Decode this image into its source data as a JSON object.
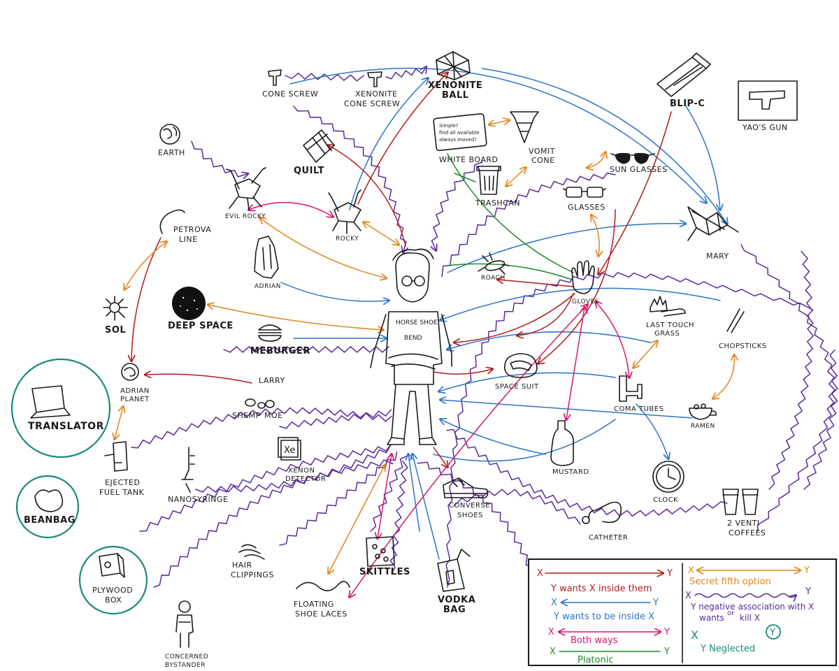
{
  "colors": {
    "wants_inside_them": "#b01c1c",
    "wants_to_be_inside": "#2b74c9",
    "both_ways": "#d6156f",
    "platonic": "#1f8a2c",
    "secret_fifth_option": "#e0861c",
    "negative_association": "#5a2a9c",
    "neglected": "#1a8a7a",
    "ink": "#1a1a1a"
  },
  "labels": {
    "cone_screw": "CONE SCREW",
    "xenonite_cone_screw_1": "XENONITE",
    "xenonite_cone_screw_2": "CONE SCREW",
    "xenonite_ball_1": "XENONITE",
    "xenonite_ball_2": "BALL",
    "blip_c": "BLIP-C",
    "yaos_gun": "YAO'S GUN",
    "earth": "EARTH",
    "quilt": "QUILT",
    "whiteboard": "WHITE BOARD",
    "whiteboard_text_1": "Simple?",
    "whiteboard_text_2": "find all available",
    "whiteboard_text_3": "always moved?",
    "vomit_cone_1": "VOMIT",
    "vomit_cone_2": "CONE",
    "trashcan": "TRASHCAN",
    "sunglasses": "SUN GLASSES",
    "glasses": "GLASSES",
    "mary": "MARY",
    "evil_rocky": "EVIL ROCKY",
    "rocky": "ROCKY",
    "petrova_line_1": "PETROVA",
    "petrova_line_2": "LINE",
    "adrian": "ADRIAN",
    "roach": "ROACH",
    "gloves": "GLOVES",
    "sol": "SOL",
    "deep_space": "DEEP SPACE",
    "meburger": "MEBURGER",
    "shirt_1": "HORSE SHOE",
    "shirt_2": "BEND",
    "last_touch_grass_1": "LAST TOUCH",
    "last_touch_grass_2": "GRASS",
    "chopsticks": "CHOPSTICKS",
    "space_suit": "SPACE SUIT",
    "larry": "LARRY",
    "shemp": "SHEMP",
    "moe": "MOE",
    "adrian_planet_1": "ADRIAN",
    "adrian_planet_2": "PLANET",
    "translator": "TRANSLATOR",
    "coma_tubes": "COMA TUBES",
    "ramen": "RAMEN",
    "ejected_fuel_tank_1": "EJECTED",
    "ejected_fuel_tank_2": "FUEL TANK",
    "xenon_detector_1": "XENON",
    "xenon_detector_2": "DETECTOR",
    "xe_symbol": "Xe",
    "nanosyringe": "NANOSYRINGE",
    "mustard": "MUSTARD",
    "clock": "CLOCK",
    "beanbag": "BEANBAG",
    "converse_shoes_1": "CONVERSE",
    "converse_shoes_2": "SHOES",
    "venti_coffees_1": "2 VENTI",
    "venti_coffees_2": "COFFEES",
    "catheter": "CATHETER",
    "hair_clippings_1": "HAIR",
    "hair_clippings_2": "CLIPPINGS",
    "skittles": "SKITTLES",
    "plywood_box_1": "PLYWOOD",
    "plywood_box_2": "BOX",
    "vodka_bag_1": "VODKA",
    "vodka_bag_2": "BAG",
    "floating_shoe_laces_1": "FLOATING",
    "floating_shoe_laces_2": "SHOE LACES",
    "concerned_bystander_1": "CONCERNED",
    "concerned_bystander_2": "BYSTANDER"
  },
  "legend": {
    "row1_x": "X",
    "row1_y": "Y",
    "row1_text": "Y wants X inside them",
    "row2_x": "X",
    "row2_y": "Y",
    "row2_text": "Y wants to be inside X",
    "row3_x": "X",
    "row3_y": "Y",
    "row3_text": "Both ways",
    "row4_x": "X",
    "row4_y": "Y",
    "row4_text": "Platonic",
    "row5_x": "X",
    "row5_y": "Y",
    "row5_text": "Secret fifth option",
    "row6_x": "X",
    "row6_y": "Y",
    "row6_text_1": "Y negative association with X",
    "row6_text_2": "wants",
    "row6_text_or": "or",
    "row6_text_3": "kill X",
    "row7_x": "X",
    "row7_y": "Y",
    "row7_text": "Y Neglected"
  }
}
